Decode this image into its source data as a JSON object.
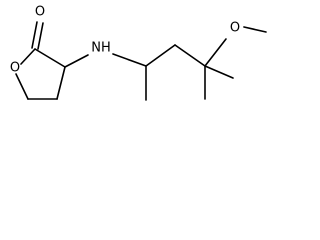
{
  "molecule": {
    "atoms": {
      "carbonyl_oxygen": "O",
      "ring_oxygen": "O",
      "amine": "NH",
      "ether_oxygen": "O"
    }
  }
}
